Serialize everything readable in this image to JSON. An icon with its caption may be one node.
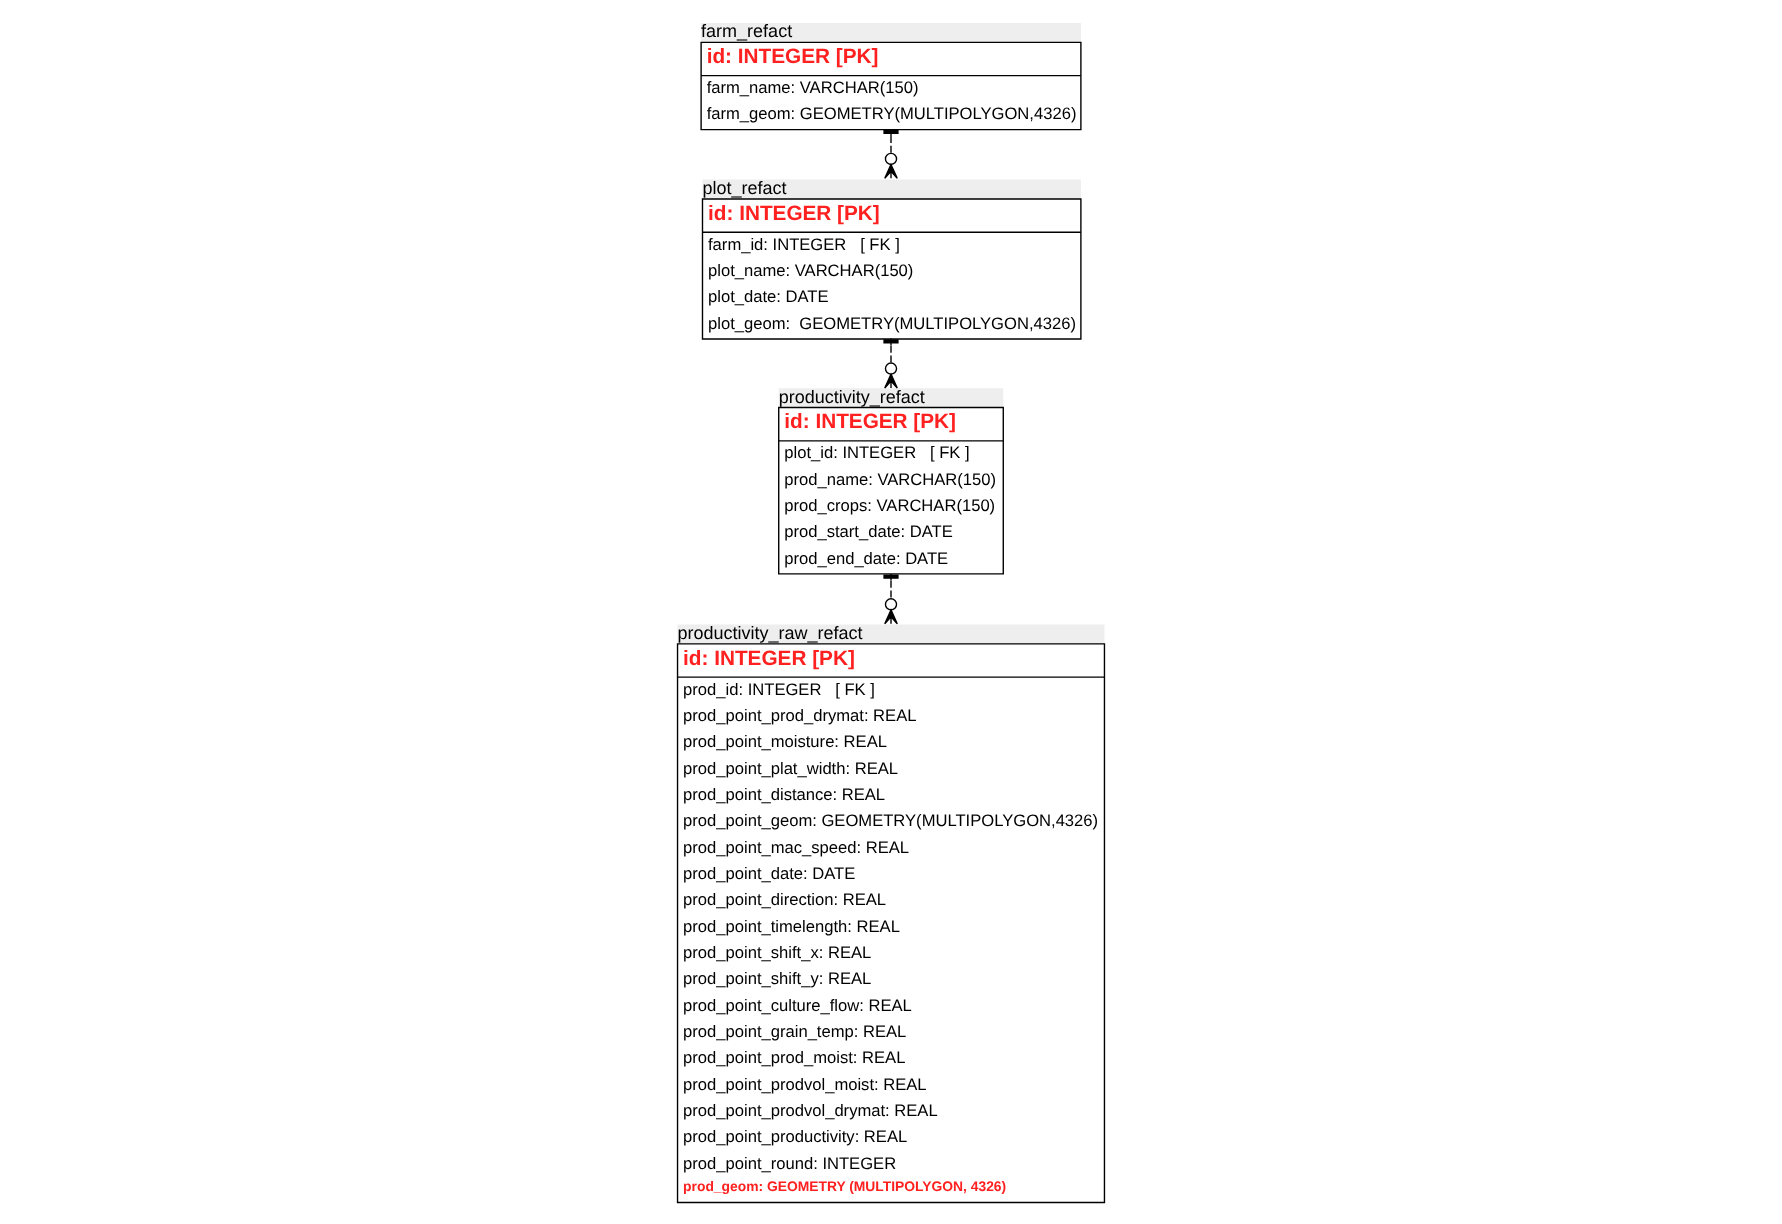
{
  "diagram": {
    "nodes": [
      {
        "text": [
          "farm_refact",
          "id: INTEGER [PK]",
          "farm_name: VARCHAR(150)",
          "farm_geom: GEOMETRY(MULTIPOLYGON,4326)"
        ]
      },
      {
        "text": [
          "plot_refact",
          "id: INTEGER [PK]",
          "farm_id: INTEGER   [ FK ]",
          "plot_name: VARCHAR(150)",
          "plot_date: DATE",
          "plot_geom:  GEOMETRY(MULTIPOLYGON,4326)"
        ]
      },
      {
        "text": [
          "productivity_refact",
          "id: INTEGER [PK]",
          "plot_id: INTEGER   [ FK ]",
          "prod_name: VARCHAR(150)",
          "prod_crops: VARCHAR(150)",
          "prod_start_date: DATE",
          "prod_end_date: DATE"
        ]
      },
      {
        "text": [
          "productivity_raw_refact",
          "id: INTEGER [PK]",
          "prod_id: INTEGER   [ FK ]",
          "prod_point_prod_drymat: REAL",
          "prod_point_moisture: REAL",
          "prod_point_plat_width: REAL",
          "prod_point_distance: REAL",
          "prod_point_geom: GEOMETRY(MULTIPOLYGON,4326)",
          "prod_point_mac_speed: REAL",
          "prod_point_date: DATE",
          "prod_point_direction: REAL",
          "prod_point_timelength: REAL",
          "prod_point_shift_x: REAL",
          "prod_point_shift_y: REAL",
          "prod_point_culture_flow: REAL",
          "prod_point_grain_temp: REAL",
          "prod_point_prod_moist: REAL",
          "prod_point_prodvol_moist: REAL",
          "prod_point_prodvol_drymat: REAL",
          "prod_point_productivity: REAL",
          "prod_point_round: INTEGER",
          "prod_geom: GEOMETRY (MULTIPOLYGON, 4326)"
        ]
      }
    ],
    "edges": [
      {
        "from": 0,
        "to": 1,
        "arrow": "other",
        "style": "dashed"
      },
      {
        "from": 1,
        "to": 2,
        "arrow": "other",
        "style": "dashed"
      },
      {
        "from": 2,
        "to": 3,
        "arrow": "other",
        "style": "dashed"
      }
    ]
  }
}
